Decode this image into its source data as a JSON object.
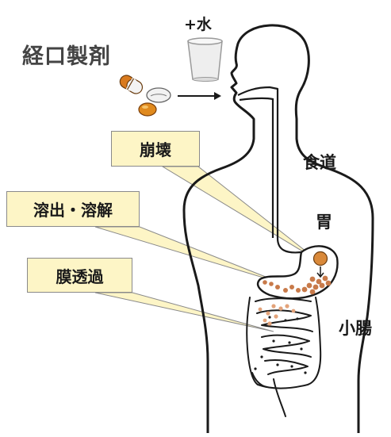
{
  "title": "経口製剤",
  "water_label": "+水",
  "organs": {
    "esophagus": "食道",
    "stomach": "胃",
    "small_intestine": "小腸"
  },
  "processes": {
    "disintegration": "崩壊",
    "dissolution": "溶出・溶解",
    "permeation": "膜透過"
  },
  "colors": {
    "callout_fill": "#fdf5c6",
    "pill_orange": "#d9893a",
    "outline": "#1a1a1a"
  }
}
